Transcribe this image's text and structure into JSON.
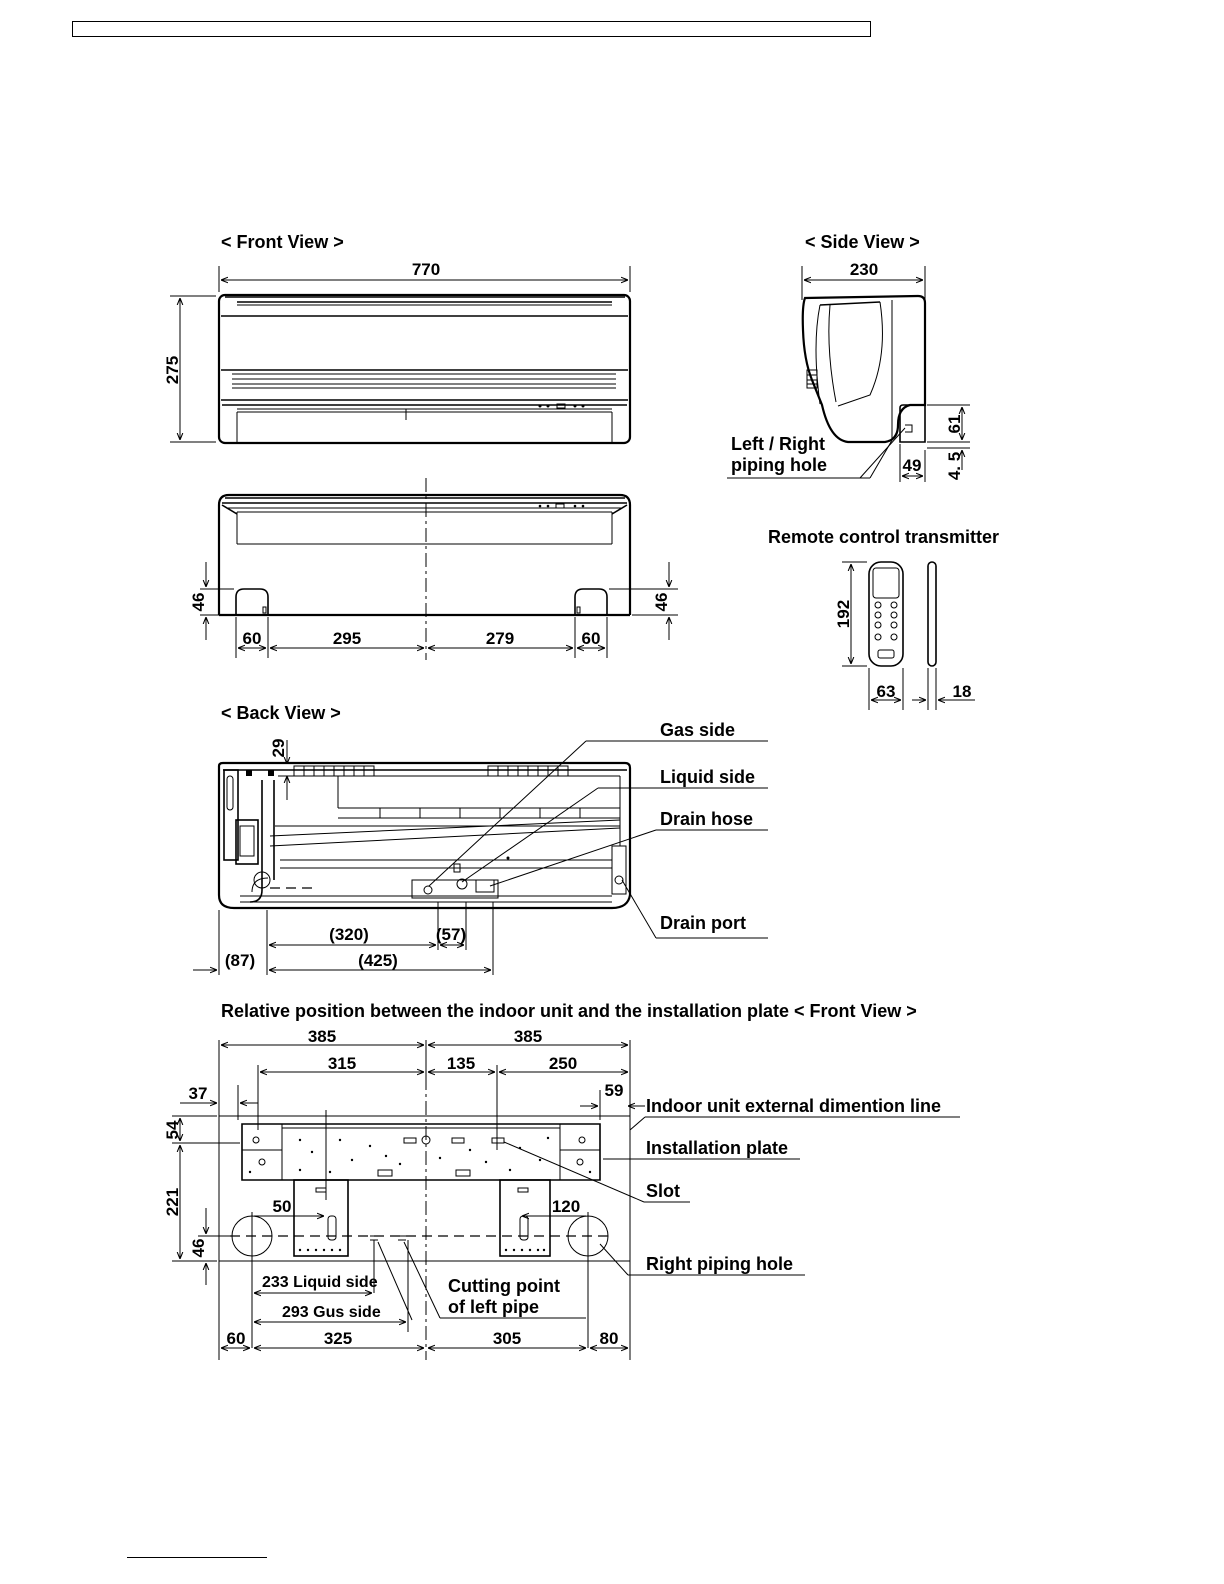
{
  "front_view": {
    "title": "< Front View >",
    "width": "770",
    "height": "275"
  },
  "side_view": {
    "title": "< Side View >",
    "depth": "230",
    "hole_height": "61",
    "hole_offset": "49",
    "hole_bottom": "4. 5",
    "piping_label_1": "Left / Right",
    "piping_label_2": "piping hole"
  },
  "bottom_view": {
    "left_height": "46",
    "right_height": "46",
    "dims": [
      "60",
      "295",
      "279",
      "60"
    ]
  },
  "remote": {
    "title": "Remote control transmitter",
    "height": "192",
    "width": "63",
    "thickness": "18"
  },
  "back_view": {
    "title": "< Back View >",
    "top_offset": "29",
    "labels": {
      "gas": "Gas side",
      "liquid": "Liquid side",
      "drain_hose": "Drain hose",
      "drain_port": "Drain port"
    },
    "dims": {
      "d320": "(320)",
      "d57": "(57)",
      "d87": "(87)",
      "d425": "(425)"
    }
  },
  "plate_view": {
    "title": "Relative position between the indoor unit and the installation plate < Front View >",
    "labels": {
      "external_line": "Indoor unit external dimention line",
      "installation_plate": "Installation plate",
      "slot": "Slot",
      "right_piping_hole": "Right piping hole",
      "cutting_point_1": "Cutting point",
      "cutting_point_2": "of left pipe",
      "liquid_side": "233 Liquid side",
      "gus_side": "293  Gus side"
    },
    "dims": {
      "left_half": "385",
      "right_half": "385",
      "d315": "315",
      "d135": "135",
      "d250": "250",
      "d37": "37",
      "d59": "59",
      "d54": "54",
      "d221": "221",
      "d46": "46",
      "d50": "50",
      "d120": "120",
      "bottom": [
        "60",
        "325",
        "305",
        "80"
      ]
    }
  }
}
